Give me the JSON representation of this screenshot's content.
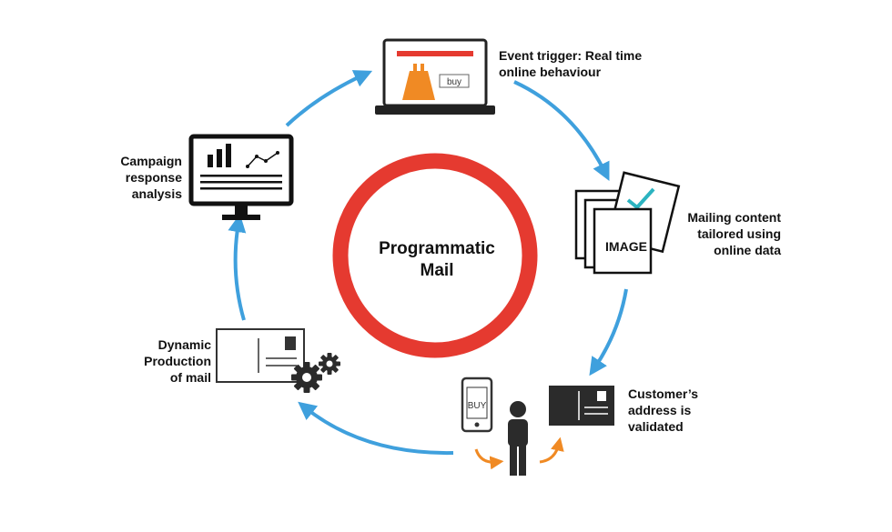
{
  "center": {
    "line1": "Programmatic",
    "line2": "Mail"
  },
  "steps": {
    "event_trigger": {
      "line1": "Event trigger: Real time",
      "line2": "online behaviour",
      "button_label": "buy"
    },
    "mailing_content": {
      "line1": "Mailing content",
      "line2": "tailored using",
      "line3": "online data",
      "image_label": "IMAGE"
    },
    "address_validated": {
      "line1": "Customer’s",
      "line2": "address is",
      "line3": "validated",
      "phone_label": "BUY"
    },
    "dynamic_production": {
      "line1": "Dynamic",
      "line2": "Production",
      "line3": "of mail"
    },
    "campaign_analysis": {
      "line1": "Campaign",
      "line2": "response",
      "line3": "analysis"
    }
  },
  "colors": {
    "ring": "#e53a30",
    "arrow": "#3fa0dd",
    "orange": "#f08a24",
    "dark": "#2b2b2b",
    "accent_red": "#e53a30"
  }
}
